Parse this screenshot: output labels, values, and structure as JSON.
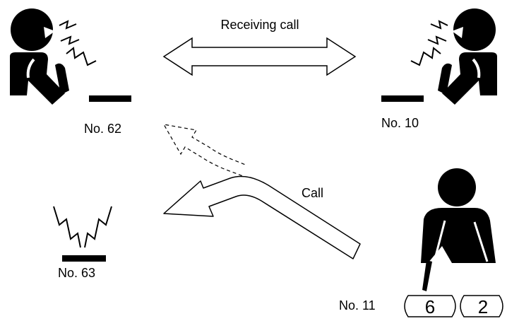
{
  "arrows": {
    "receiving_call_label": "Receiving call",
    "call_label": "Call"
  },
  "stations": {
    "station_62": "No. 62",
    "station_10": "No. 10",
    "station_63": "No. 63",
    "station_11": "No. 11"
  },
  "keypad": {
    "keys": [
      "6",
      "2"
    ]
  },
  "icons": [
    "talking-person-icon",
    "speech-lightning-icon",
    "phone-handset-icon",
    "ringing-icon",
    "dialing-person-icon",
    "dial-key-icon"
  ]
}
